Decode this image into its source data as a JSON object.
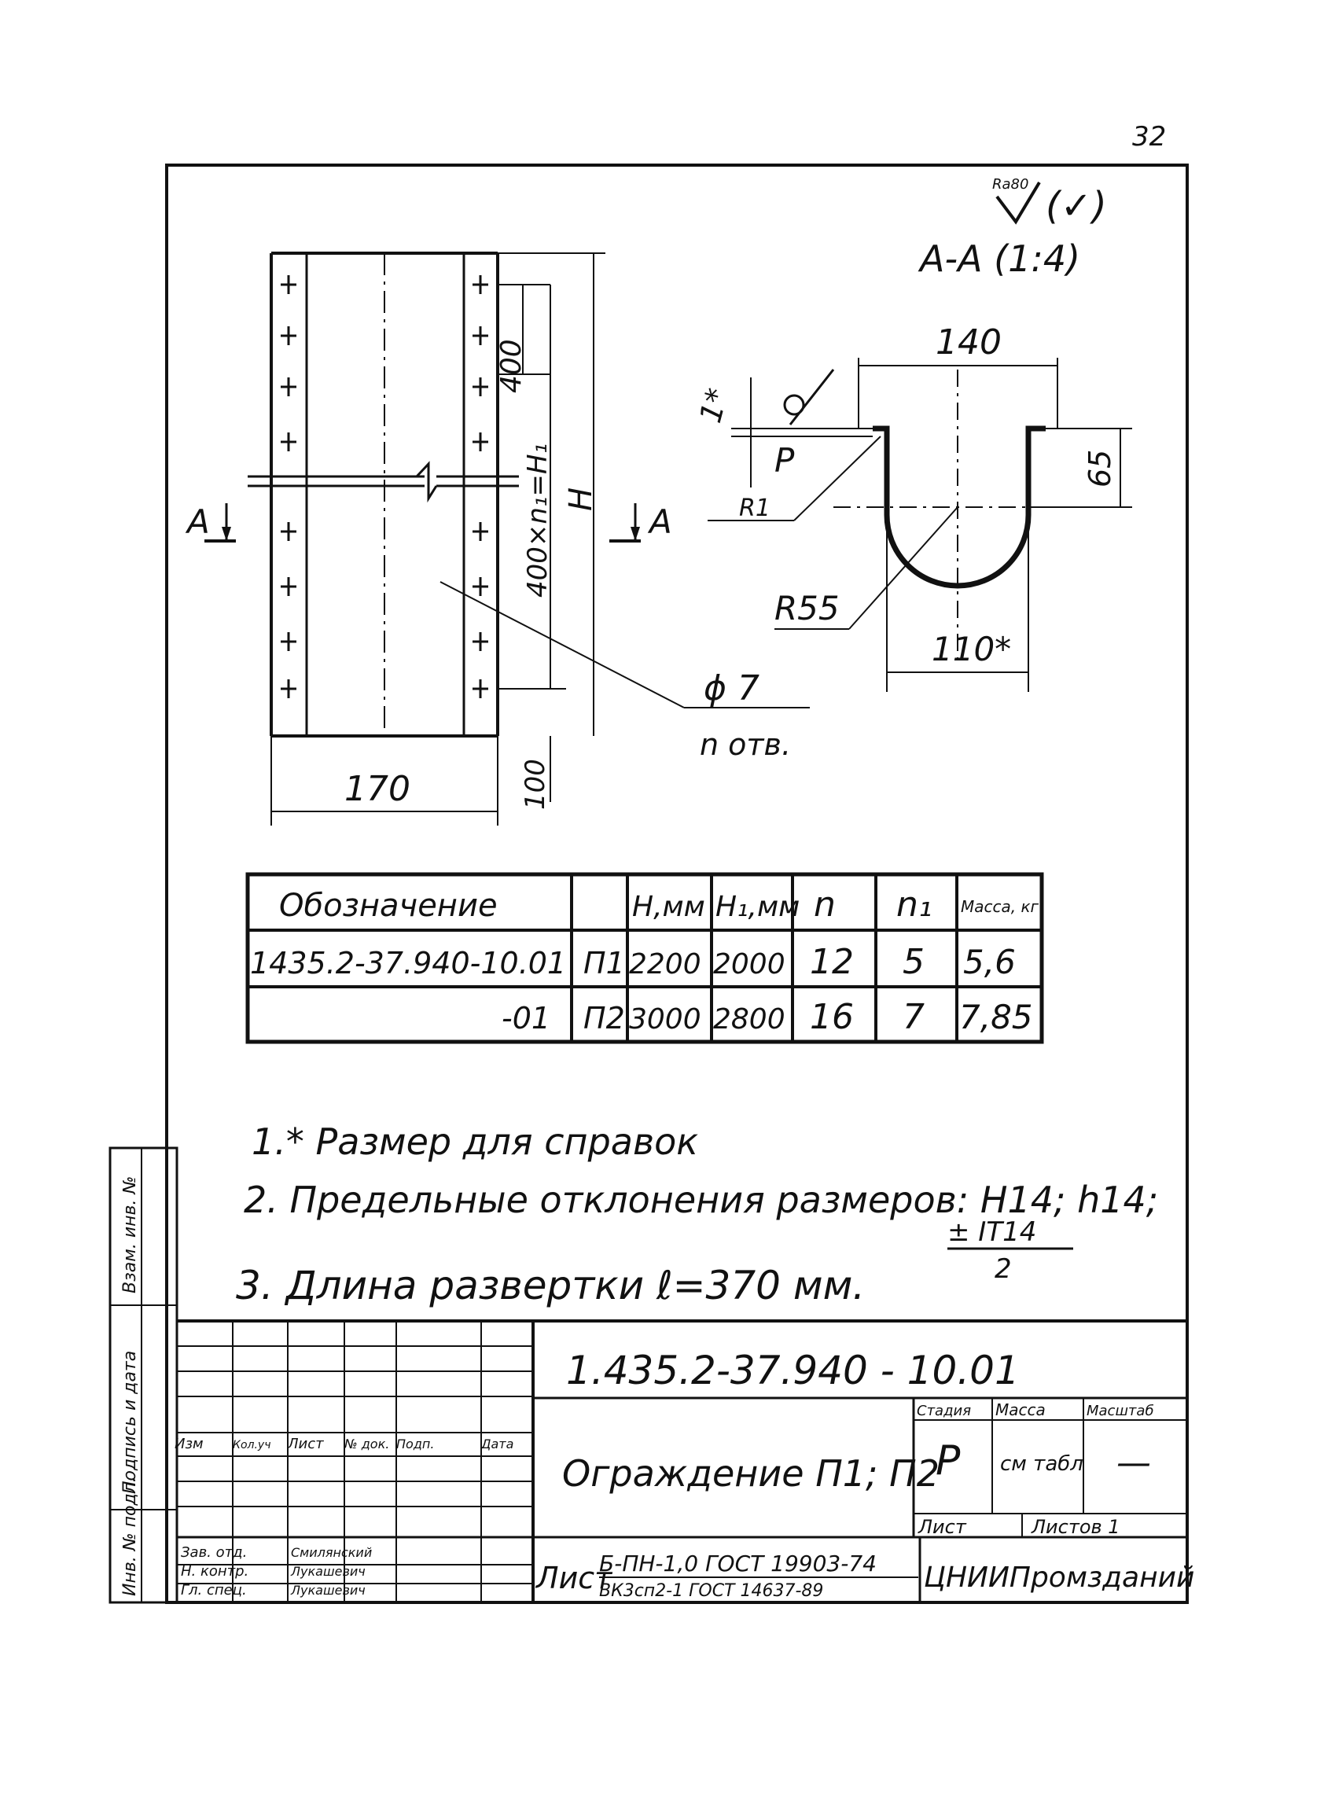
{
  "page_number": "32",
  "roughness": {
    "symbol": "Ra80",
    "text": "(✓)"
  },
  "section": {
    "title": "А-А (1:4)",
    "dim_top": "140",
    "dim_bottom": "110*",
    "dim_height": "65",
    "radius": "R55",
    "inner_radius": "R1",
    "thickness": "1*",
    "mark": "P"
  },
  "front": {
    "cut_left": "А",
    "cut_right": "А",
    "dim_width": "170",
    "dim_bottom": "100",
    "dim_pitch": "400",
    "dim_chain": "400×n₁=H₁",
    "dim_h": "H",
    "hole_dia": "ϕ 7",
    "hole_count": "n отв."
  },
  "spec_table": {
    "headers": [
      "Обозначение",
      "",
      "H,мм",
      "H₁,мм",
      "n",
      "n₁",
      "Масса, кг"
    ],
    "rows": [
      [
        "1435.2-37.940-10.01",
        "П1",
        "2200",
        "2000",
        "12",
        "5",
        "5,6"
      ],
      [
        "-01",
        "П2",
        "3000",
        "2800",
        "16",
        "7",
        "7,85"
      ]
    ]
  },
  "notes": {
    "n1": "1.* Размер для справок",
    "n2": "2. Предельные отклонения размеров: H14; h14;",
    "n2_frac_num": "± IT14",
    "n2_frac_den": "2",
    "n3": "3. Длина развертки ℓ=370 мм."
  },
  "title_block": {
    "designation": "1.435.2-37.940 - 10.01",
    "name": "Ограждение П1; П2",
    "stage_header": "Стадия",
    "mass_header": "Масса",
    "scale_header": "Масштаб",
    "stage": "Р",
    "mass": "см табл",
    "scale": "—",
    "sheet_label": "Лист",
    "sheets_label": "Листов 1",
    "rev_headers": [
      "Изм",
      "Кол.уч",
      "Лист",
      "№ док.",
      "Подп.",
      "Дата"
    ],
    "people": [
      {
        "role": "Зав. отд.",
        "name": "Смилянский"
      },
      {
        "role": "Н. контр.",
        "name": "Лукашевич"
      },
      {
        "role": "Гл. спец.",
        "name": "Лукашевич"
      }
    ],
    "material_label": "Лист",
    "material_top": "Б-ПН-1,0 ГОСТ 19903-74",
    "material_bottom": "ВК3сп2-1 ГОСТ 14637-89",
    "org": "ЦНИИПромзданий"
  },
  "side_stamp": [
    "Взам. инв. №",
    "Подпись и дата",
    "Инв. № подл."
  ]
}
